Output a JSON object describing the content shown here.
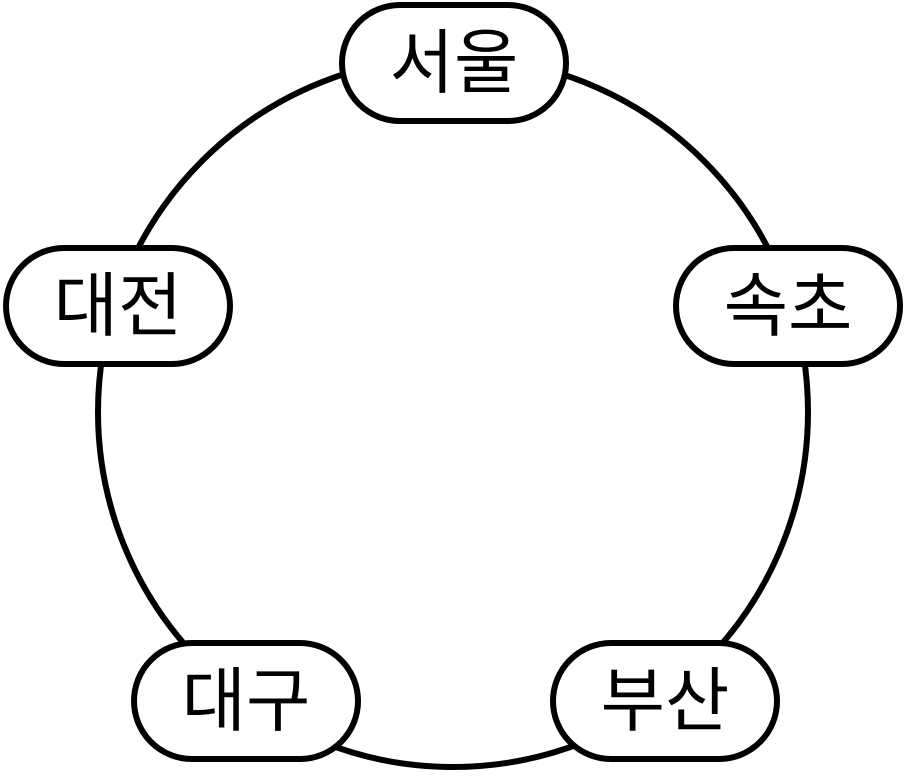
{
  "diagram": {
    "type": "cycle",
    "colors": {
      "stroke": "#000000",
      "node_fill": "#ffffff",
      "text": "#000000",
      "background": "#ffffff"
    },
    "nodes": [
      {
        "id": "seoul",
        "label": "서울"
      },
      {
        "id": "sokcho",
        "label": "속초"
      },
      {
        "id": "busan",
        "label": "부산"
      },
      {
        "id": "daegu",
        "label": "대구"
      },
      {
        "id": "daejeon",
        "label": "대전"
      }
    ]
  }
}
